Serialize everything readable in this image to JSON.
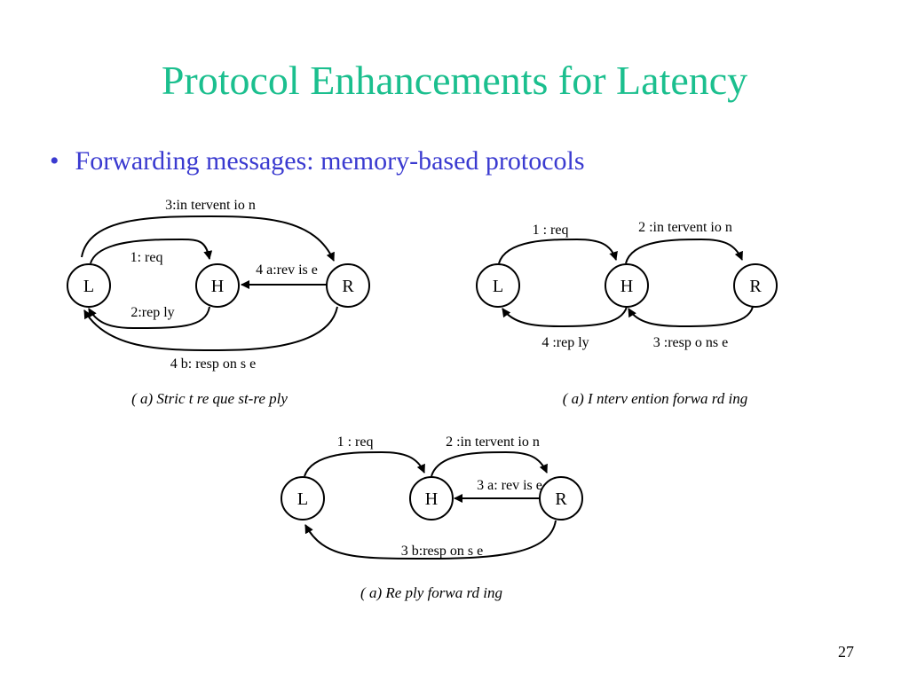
{
  "slide": {
    "title": "Protocol Enhancements for Latency",
    "bullet": "Forwarding messages: memory-based protocols",
    "bullet_marker": "•",
    "page_number": "27"
  },
  "diagrams": [
    {
      "caption": "( a) Stric t re que st-re ply",
      "nodes": [
        "L",
        "H",
        "R"
      ],
      "edges": [
        {
          "label": "1: req",
          "from": "L",
          "to": "H"
        },
        {
          "label": "2:rep ly",
          "from": "H",
          "to": "L"
        },
        {
          "label": "3:in tervent io n",
          "from": "L",
          "to": "R"
        },
        {
          "label": "4 a:rev is e",
          "from": "R",
          "to": "H"
        },
        {
          "label": "4 b: resp on s e",
          "from": "R",
          "to": "L"
        }
      ]
    },
    {
      "caption": "( a) I nterv ention forwa rd ing",
      "nodes": [
        "L",
        "H",
        "R"
      ],
      "edges": [
        {
          "label": "1 : req",
          "from": "L",
          "to": "H"
        },
        {
          "label": "2 :in tervent io n",
          "from": "H",
          "to": "R"
        },
        {
          "label": "3 :resp o ns e",
          "from": "R",
          "to": "H"
        },
        {
          "label": "4 :rep ly",
          "from": "H",
          "to": "L"
        }
      ]
    },
    {
      "caption": "( a) Re ply forwa rd ing",
      "nodes": [
        "L",
        "H",
        "R"
      ],
      "edges": [
        {
          "label": "1 : req",
          "from": "L",
          "to": "H"
        },
        {
          "label": "2 :in tervent io n",
          "from": "H",
          "to": "R"
        },
        {
          "label": "3 a: rev is e",
          "from": "R",
          "to": "H"
        },
        {
          "label": "3 b:resp on s e",
          "from": "R",
          "to": "L"
        }
      ]
    }
  ]
}
